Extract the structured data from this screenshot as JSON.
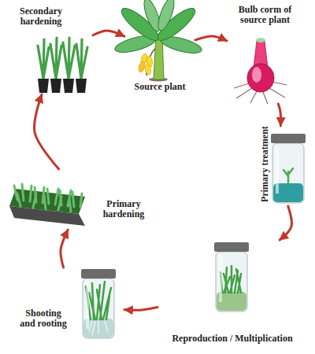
{
  "diagram": {
    "nodes": [
      {
        "text": [
          "Source plant"
        ]
      },
      {
        "text": [
          "Bulb corm of source plant"
        ]
      },
      {
        "text": [
          "Primary treatment"
        ]
      },
      {
        "text": [
          "Reproduction / Multiplication"
        ]
      },
      {
        "text": [
          "Shooting and rooting"
        ]
      },
      {
        "text": [
          "Primary hardening"
        ]
      },
      {
        "text": [
          "Secondary hardening"
        ]
      }
    ],
    "edges": [
      {
        "from": 0,
        "to": 1,
        "arrow": "to"
      },
      {
        "from": 1,
        "to": 2,
        "arrow": "to"
      },
      {
        "from": 2,
        "to": 3,
        "arrow": "to"
      },
      {
        "from": 3,
        "to": 4,
        "arrow": "to"
      },
      {
        "from": 4,
        "to": 5,
        "arrow": "to"
      },
      {
        "from": 5,
        "to": 6,
        "arrow": "to"
      },
      {
        "from": 6,
        "to": 0,
        "arrow": "to"
      }
    ]
  }
}
